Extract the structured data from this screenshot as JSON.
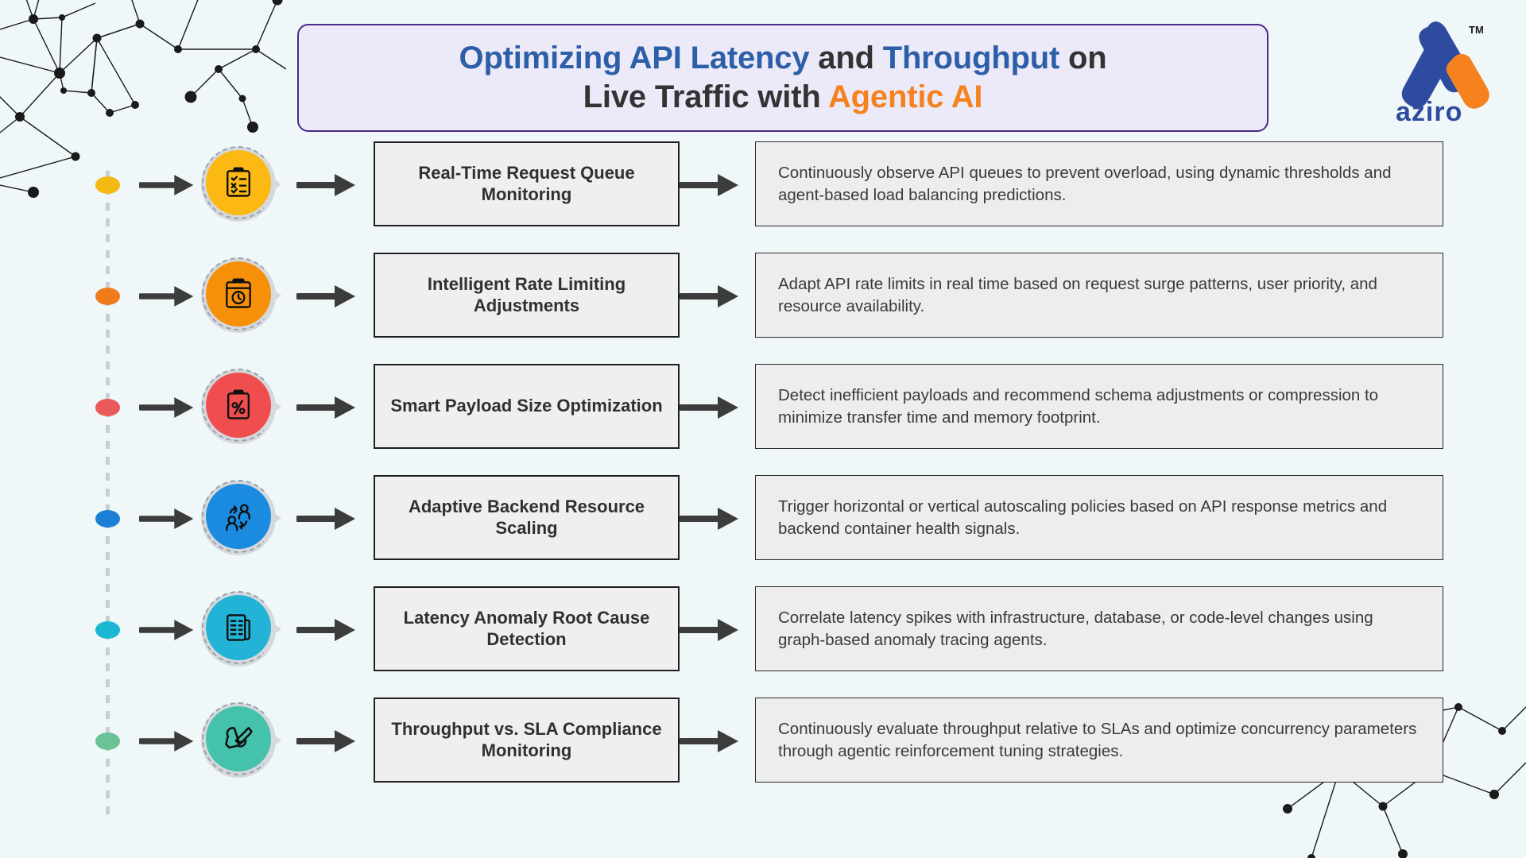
{
  "brand": {
    "logo_name": "aziro",
    "trademark": "TM",
    "logo_blue": "#2E4BA0",
    "logo_orange": "#F5821F"
  },
  "title": {
    "line1_part1": "Optimizing API Latency",
    "line1_part2": " and ",
    "line1_part3": "Throughput",
    "line1_part4": " on",
    "line2_part1": "Live Traffic with ",
    "line2_part2": "Agentic AI",
    "accent_blue": "#2C5FA8",
    "accent_dark": "#333333",
    "accent_orange": "#F5821F",
    "border_color": "#4A2A8A",
    "background": "#ECEAF8"
  },
  "rows": [
    {
      "dot_color": "#F5B914",
      "icon_color": "#FDB913",
      "icon_name": "clipboard-checklist-icon",
      "title": "Real-Time Request Queue Monitoring",
      "description": "Continuously observe API queues to prevent overload, using dynamic thresholds and agent-based load balancing predictions."
    },
    {
      "dot_color": "#F07B1D",
      "icon_color": "#F79009",
      "icon_name": "clipboard-clock-icon",
      "title": "Intelligent Rate Limiting Adjustments",
      "description": "Adapt API rate limits in real time based on request surge patterns, user priority, and resource availability."
    },
    {
      "dot_color": "#EA5A5A",
      "icon_color": "#F04E4E",
      "icon_name": "clipboard-settings-icon",
      "title": "Smart Payload Size Optimization",
      "description": "Detect inefficient payloads and recommend schema adjustments or compression to minimize transfer time and memory footprint."
    },
    {
      "dot_color": "#1B7FD4",
      "icon_color": "#1B8BE0",
      "icon_name": "user-exchange-icon",
      "title": "Adaptive Backend Resource Scaling",
      "description": "Trigger horizontal or vertical autoscaling policies based on API response metrics and backend container health signals."
    },
    {
      "dot_color": "#1BB8D4",
      "icon_color": "#22B3D6",
      "icon_name": "document-list-icon",
      "title": "Latency Anomaly Root Cause Detection",
      "description": "Correlate latency spikes with infrastructure, database, or code-level changes using graph-based anomaly tracing agents."
    },
    {
      "dot_color": "#6BC295",
      "icon_color": "#45C2AC",
      "icon_name": "wrench-screwdriver-icon",
      "title": "Throughput vs. SLA Compliance Monitoring",
      "description": "Continuously evaluate throughput relative to SLAs and optimize concurrency parameters through agentic reinforcement tuning strategies."
    }
  ],
  "theme": {
    "page_background": "#EFF7F9",
    "box_fill": "#EFEFEF",
    "box_border": "#1F1F1F",
    "arrow_color": "#3C3C3C",
    "timeline_color": "#C9CED3"
  }
}
